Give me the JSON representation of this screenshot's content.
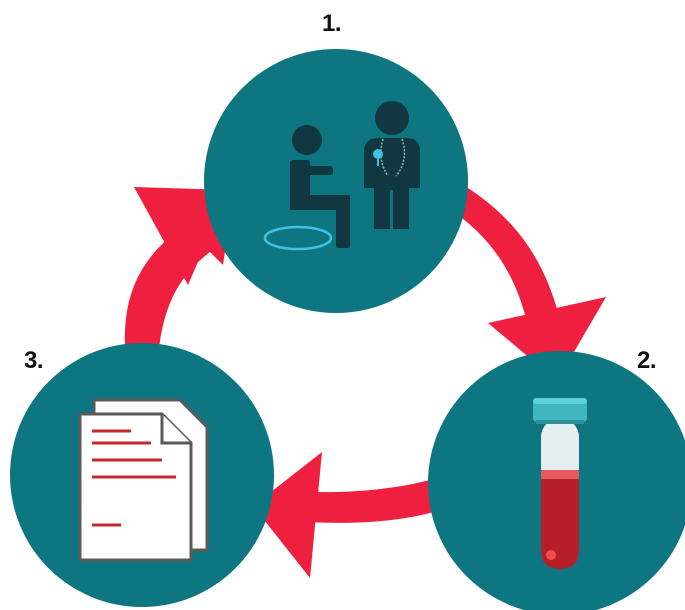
{
  "steps": [
    {
      "label": "1.",
      "icon": "consultation-icon"
    },
    {
      "label": "2.",
      "icon": "blood-test-tube-icon"
    },
    {
      "label": "3.",
      "icon": "report-documents-icon"
    }
  ],
  "colors": {
    "circle": "#0e7680",
    "arrow": "#ef1f3f",
    "figure": "#113740",
    "accent_blue": "#3ec3e6",
    "tube_cap": "#3fb6c0",
    "blood": "#b51f29",
    "document_line": "#c62828",
    "document_outline": "#5a5a5a",
    "label": "#111111"
  }
}
